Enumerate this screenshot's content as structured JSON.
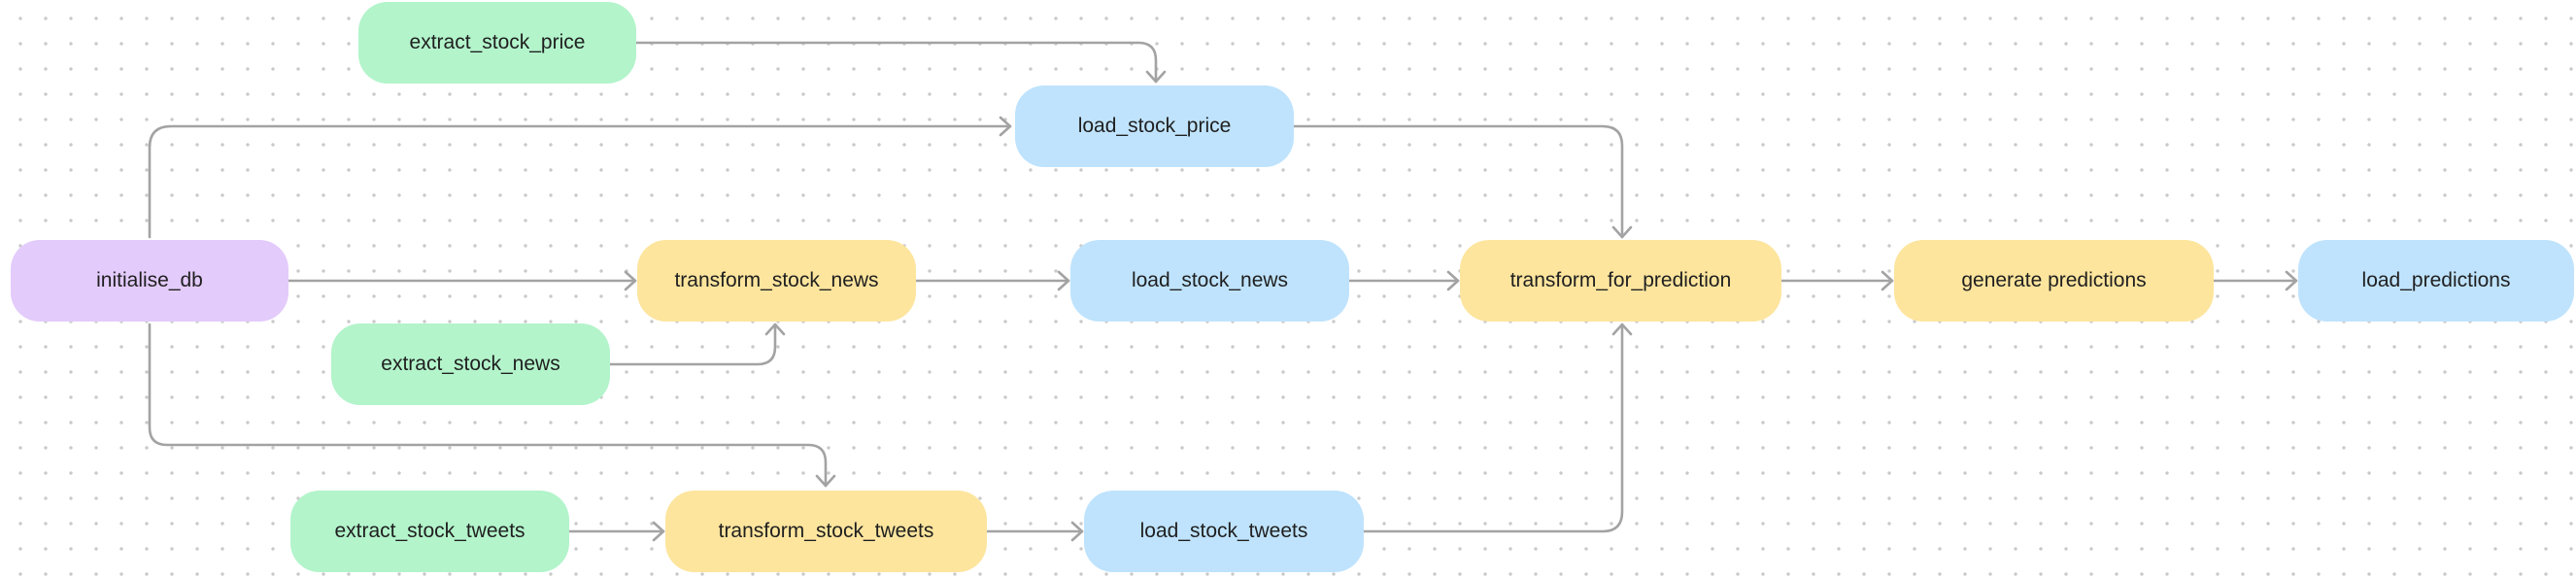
{
  "colors": {
    "extract": "#b3f4cb",
    "load": "#bfe3fd",
    "transform": "#fde59e",
    "init": "#e3cbfb",
    "edge": "#a3a3a3"
  },
  "nodes": {
    "extract_stock_price": "extract_stock_price",
    "load_stock_price": "load_stock_price",
    "initialise_db": "initialise_db",
    "transform_stock_news": "transform_stock_news",
    "load_stock_news": "load_stock_news",
    "transform_for_prediction": "transform_for_prediction",
    "generate_predictions": "generate predictions",
    "load_predictions": "load_predictions",
    "extract_stock_news": "extract_stock_news",
    "extract_stock_tweets": "extract_stock_tweets",
    "transform_stock_tweets": "transform_stock_tweets",
    "load_stock_tweets": "load_stock_tweets"
  },
  "edges": [
    {
      "from": "extract_stock_price",
      "to": "load_stock_price"
    },
    {
      "from": "initialise_db",
      "to": "load_stock_price"
    },
    {
      "from": "initialise_db",
      "to": "transform_stock_news"
    },
    {
      "from": "initialise_db",
      "to": "transform_stock_tweets"
    },
    {
      "from": "extract_stock_news",
      "to": "transform_stock_news"
    },
    {
      "from": "transform_stock_news",
      "to": "load_stock_news"
    },
    {
      "from": "load_stock_price",
      "to": "transform_for_prediction"
    },
    {
      "from": "load_stock_news",
      "to": "transform_for_prediction"
    },
    {
      "from": "load_stock_tweets",
      "to": "transform_for_prediction"
    },
    {
      "from": "transform_for_prediction",
      "to": "generate_predictions"
    },
    {
      "from": "generate_predictions",
      "to": "load_predictions"
    },
    {
      "from": "extract_stock_tweets",
      "to": "transform_stock_tweets"
    },
    {
      "from": "transform_stock_tweets",
      "to": "load_stock_tweets"
    }
  ]
}
